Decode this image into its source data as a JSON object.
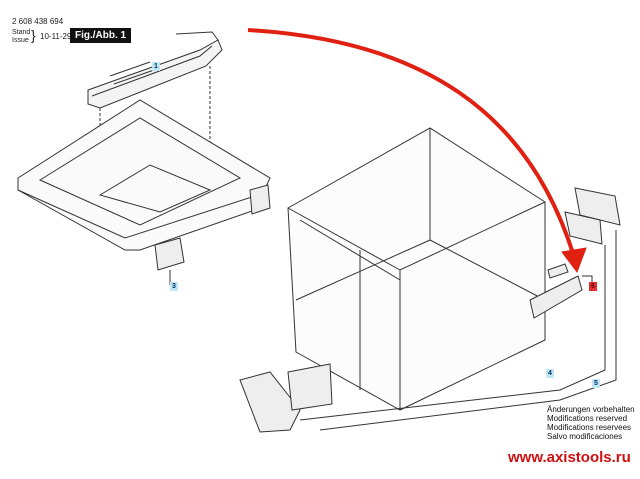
{
  "header": {
    "part_number": "2 608 438 694",
    "stand_label": "Stand",
    "issue_label": "Issue",
    "date": "10-11-29",
    "figure": "Fig./Abb. 1"
  },
  "callouts": [
    "1",
    "3",
    "4",
    "5",
    "6"
  ],
  "highlighted_callout": "6",
  "notes": [
    "Änderungen vorbehalten",
    "Modifications reserved",
    "Modifications reservees",
    "Salvo modificaciones"
  ],
  "watermark": "www.axistools.ru",
  "colors": {
    "arrow": "#e02010",
    "callout_bg": "#bfe6f2",
    "highlight": "#e03030"
  }
}
